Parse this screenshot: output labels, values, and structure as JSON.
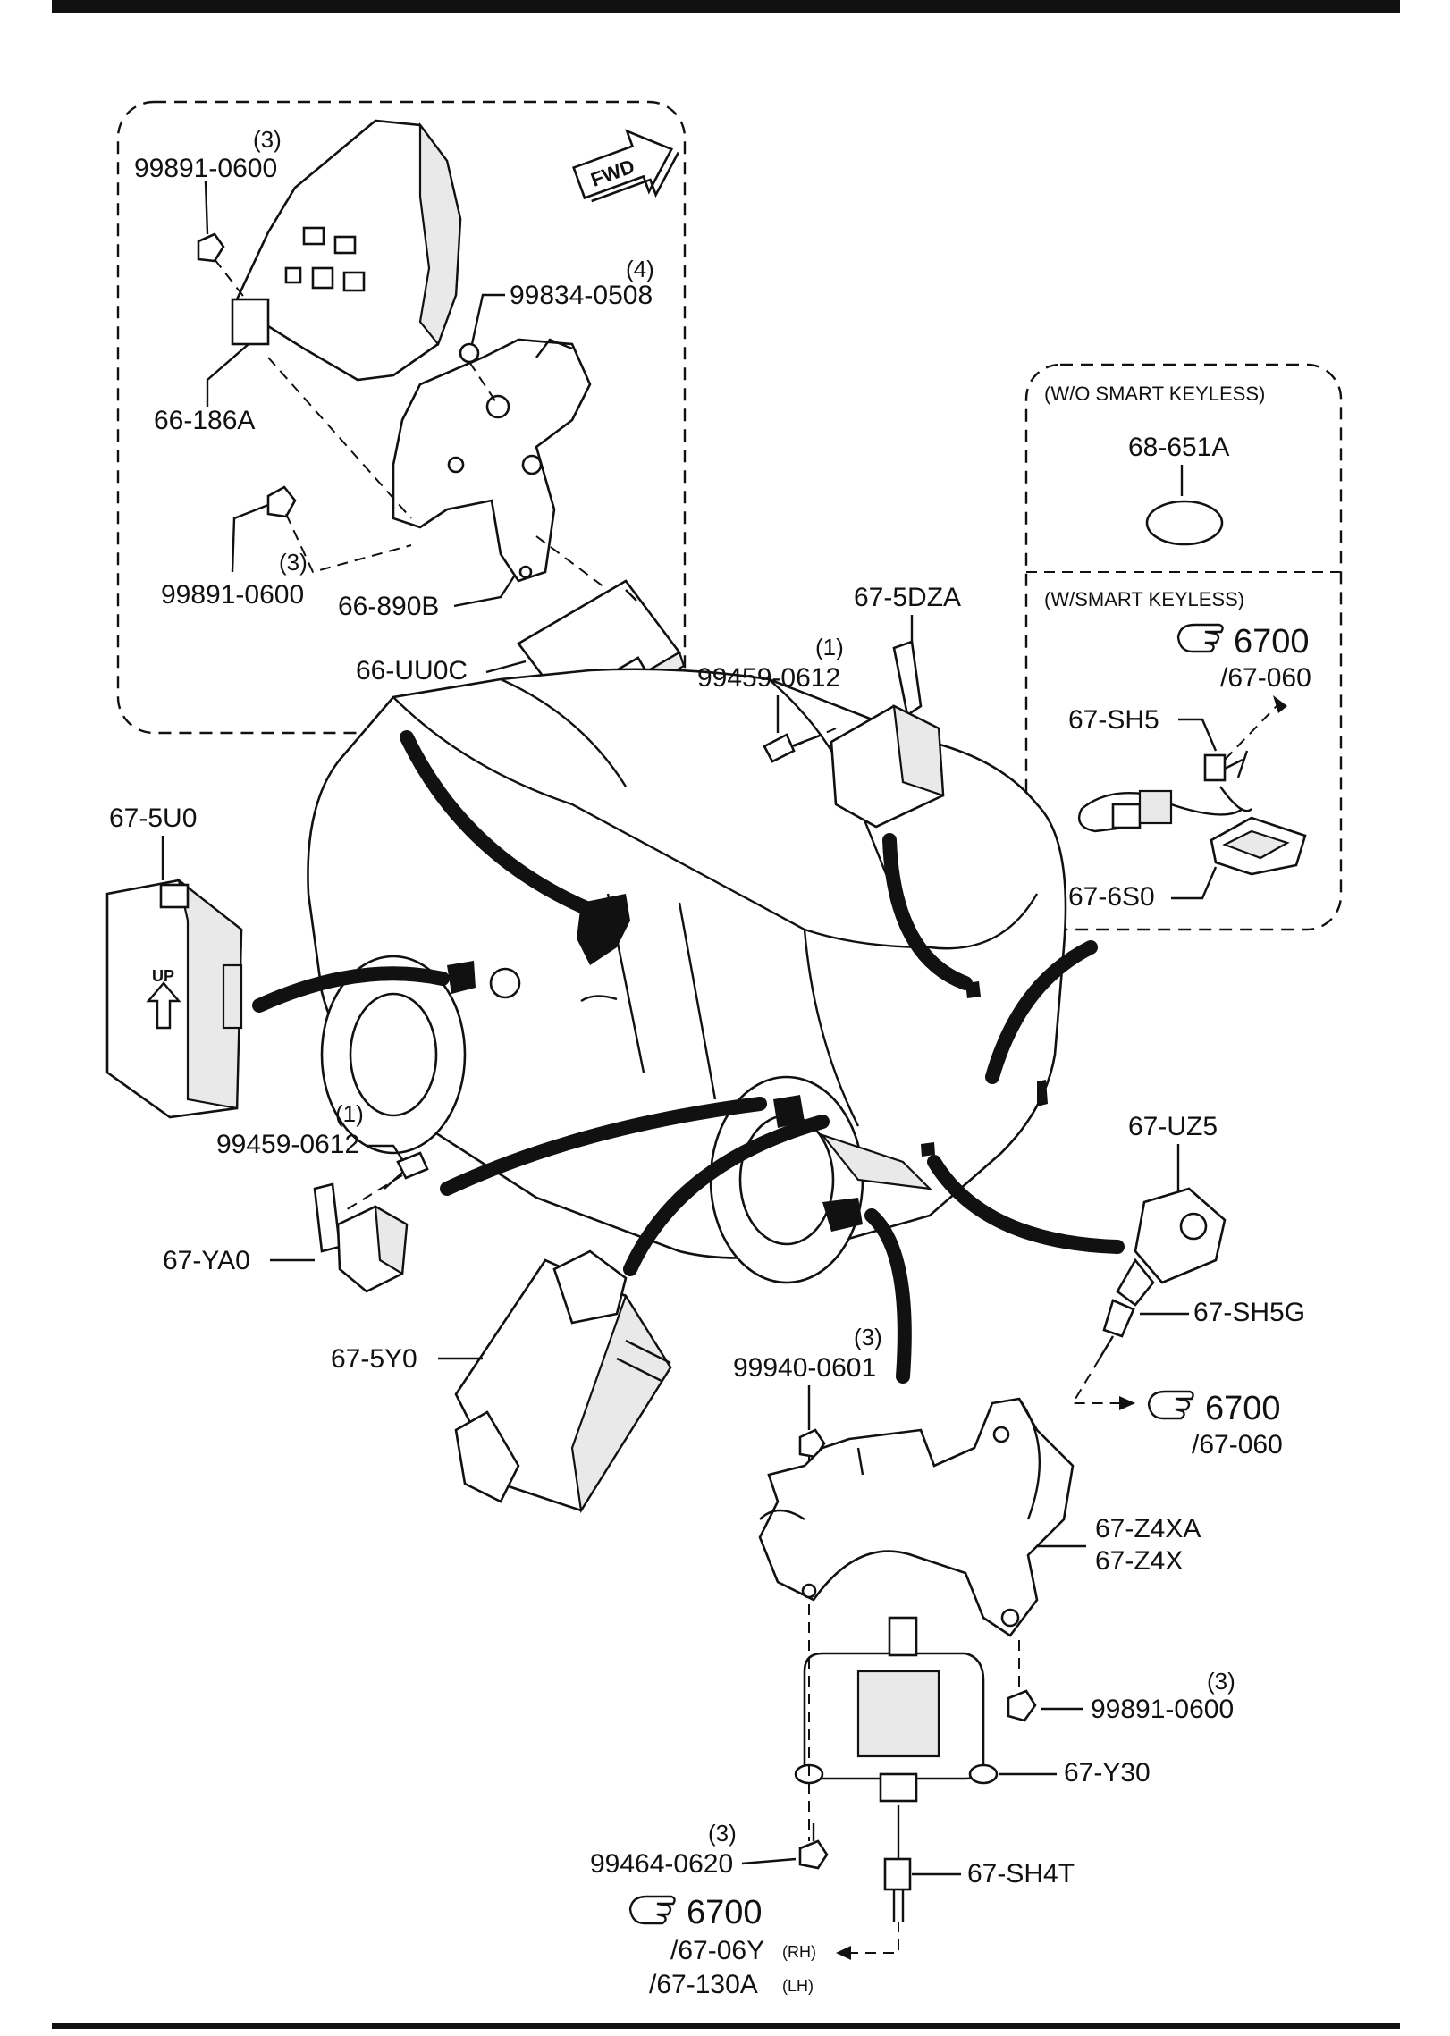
{
  "regions": {
    "without_smart_keyless": "(W/O SMART KEYLESS)",
    "with_smart_keyless": "(W/SMART KEYLESS)"
  },
  "direction_marker": "FWD",
  "module_label": "UP",
  "parts": {
    "p99891_top": "99891-0600",
    "p99891_top_qty": "(3)",
    "p99834": "99834-0508",
    "p99834_qty": "(4)",
    "p66_186A": "66-186A",
    "p99891_mid": "99891-0600",
    "p99891_mid_qty": "(3)",
    "p66_890B": "66-890B",
    "p66_UU0C": "66-UU0C",
    "p67_5DZA": "67-5DZA",
    "p99459_a": "99459-0612",
    "p99459_a_qty": "(1)",
    "p68_651A": "68-651A",
    "p67_SH5": "67-SH5",
    "p67_6S0": "67-6S0",
    "p67_5U0": "67-5U0",
    "p99459_b": "99459-0612",
    "p99459_b_qty": "(1)",
    "p67_YA0": "67-YA0",
    "p67_5Y0": "67-5Y0",
    "p67_UZ5": "67-UZ5",
    "p67_SH5G": "67-SH5G",
    "p99940": "99940-0601",
    "p99940_qty": "(3)",
    "p67_Z4XA": "67-Z4XA",
    "p67_Z4X": "67-Z4X",
    "p99891_bot": "99891-0600",
    "p99891_bot_qty": "(3)",
    "p67_Y30": "67-Y30",
    "p99464": "99464-0620",
    "p99464_qty": "(3)",
    "p67_SH4T": "67-SH4T"
  },
  "references": {
    "ref_keyless": {
      "group": "6700",
      "sub": "/67-060"
    },
    "ref_sh5g": {
      "group": "6700",
      "sub": "/67-060"
    },
    "ref_bottom": {
      "group": "6700",
      "sub_rh": "/67-06Y",
      "rh": "(RH)",
      "sub_lh": "/67-130A",
      "lh": "(LH)"
    }
  }
}
